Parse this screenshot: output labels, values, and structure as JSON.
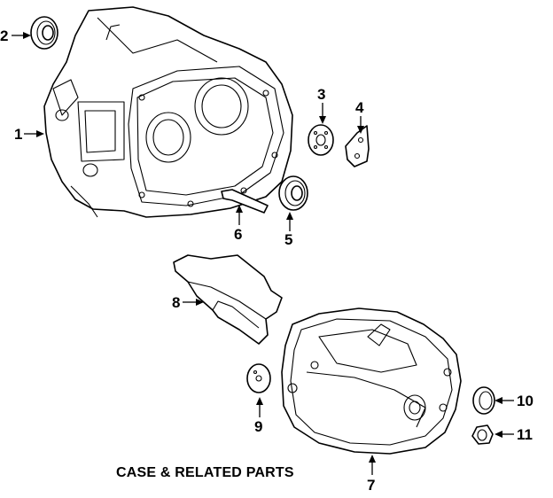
{
  "caption": "CASE & RELATED PARTS",
  "callouts": [
    {
      "id": "1",
      "label": "1"
    },
    {
      "id": "2",
      "label": "2"
    },
    {
      "id": "3",
      "label": "3"
    },
    {
      "id": "4",
      "label": "4"
    },
    {
      "id": "5",
      "label": "5"
    },
    {
      "id": "6",
      "label": "6"
    },
    {
      "id": "7",
      "label": "7"
    },
    {
      "id": "8",
      "label": "8"
    },
    {
      "id": "9",
      "label": "9"
    },
    {
      "id": "10",
      "label": "10"
    },
    {
      "id": "11",
      "label": "11"
    }
  ],
  "colors": {
    "line": "#000000",
    "background": "#ffffff"
  }
}
